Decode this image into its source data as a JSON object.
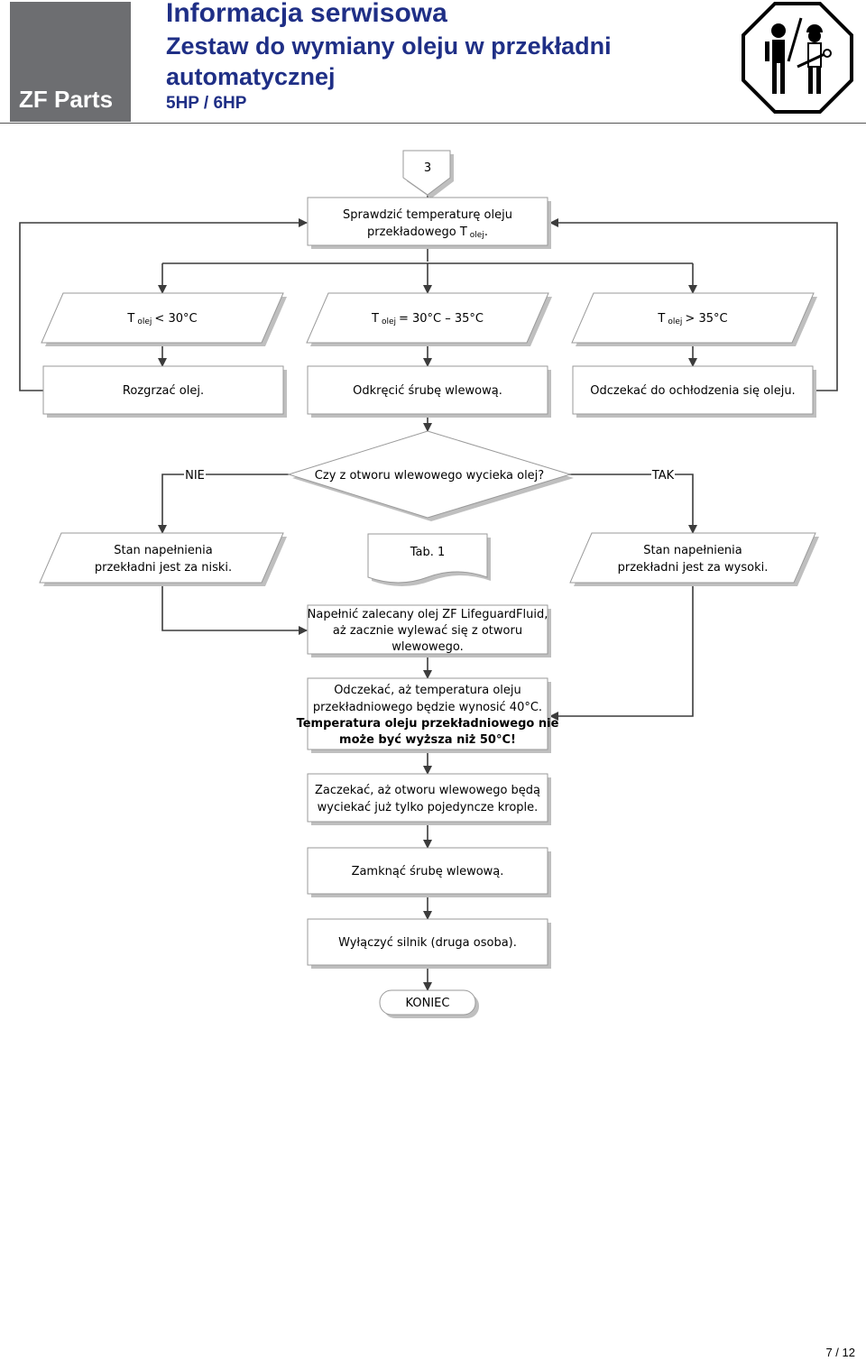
{
  "header": {
    "brand": "ZF Parts",
    "title": "Informacja serwisowa",
    "subtitle_line1": "Zestaw do wymiany oleju w przekładni",
    "subtitle_line2": "automatycznej",
    "model": "5HP / 6HP",
    "safety_icon": "two-workers-warning-octagon-icon"
  },
  "flowchart": {
    "connector": "3",
    "check_temp": {
      "line1": "Sprawdzić temperaturę oleju",
      "line2_pre": "przekładowego T",
      "sub": "olej",
      "line2_post": "."
    },
    "cond_low": {
      "pre": "T",
      "sub": "olej",
      "post": "< 30°C"
    },
    "cond_mid": {
      "pre": "T",
      "sub": "olej",
      "post": "= 30°C – 35°C"
    },
    "cond_high": {
      "pre": "T",
      "sub": "olej",
      "post": "> 35°C"
    },
    "action_low": "Rozgrzać olej.",
    "action_mid": "Odkręcić śrubę wlewową.",
    "action_high": "Odczekać do ochłodzenia się oleju.",
    "decision": "Czy z otworu wlewowego wycieka olej?",
    "label_no": "NIE",
    "label_yes": "TAK",
    "low_level": {
      "line1": "Stan napełnienia",
      "line2": "przekładni jest za niski."
    },
    "tab_ref": "Tab. 1",
    "high_level": {
      "line1": "Stan napełnienia",
      "line2": "przekładni jest za wysoki."
    },
    "fill": {
      "line1": "Napełnić zalecany olej ZF LifeguardFluid,",
      "line2": "aż zacznie wylewać się z otworu",
      "line3": "wlewowego."
    },
    "wait_temp": {
      "line1": "Odczekać, aż temperatura oleju",
      "line2": "przekładniowego będzie wynosić 40°C.",
      "warn1": "Temperatura oleju przekładniowego nie",
      "warn2": "może być wyższa niż 50°C!"
    },
    "wait_drip": {
      "line1": "Zaczekać, aż otworu wlewowego będą",
      "line2": "wyciekać już tylko pojedyncze krople."
    },
    "close_screw": "Zamknąć śrubę wlewową.",
    "engine_off": "Wyłączyć silnik (druga osoba).",
    "end": "KONIEC"
  },
  "footer": {
    "page": "7 / 12"
  }
}
